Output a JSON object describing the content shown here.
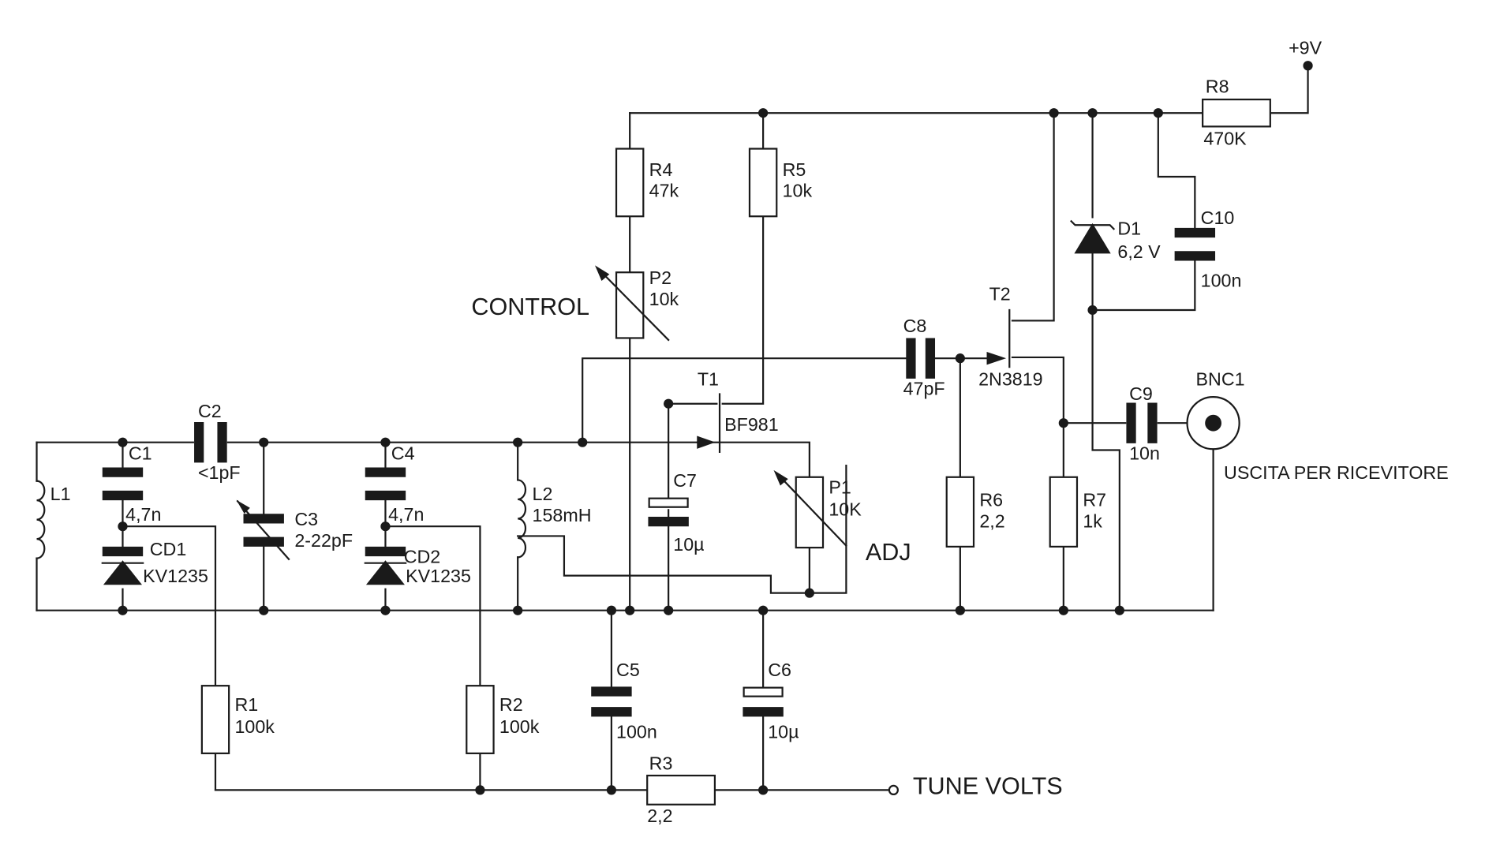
{
  "components": {
    "L1": {
      "ref": "L1"
    },
    "L2": {
      "ref": "L2",
      "value": "158mH"
    },
    "C1": {
      "ref": "C1",
      "value": "4,7n"
    },
    "C2": {
      "ref": "C2",
      "value": "<1pF"
    },
    "C3": {
      "ref": "C3",
      "value": "2-22pF"
    },
    "C4": {
      "ref": "C4",
      "value": "4,7n"
    },
    "C5": {
      "ref": "C5",
      "value": "100n"
    },
    "C6": {
      "ref": "C6",
      "value": "10µ"
    },
    "C7": {
      "ref": "C7",
      "value": "10µ"
    },
    "C8": {
      "ref": "C8",
      "value": "47pF"
    },
    "C9": {
      "ref": "C9",
      "value": "10n"
    },
    "C10": {
      "ref": "C10",
      "value": "100n"
    },
    "CD1": {
      "ref": "CD1",
      "value": "KV1235"
    },
    "CD2": {
      "ref": "CD2",
      "value": "KV1235"
    },
    "R1": {
      "ref": "R1",
      "value": "100k"
    },
    "R2": {
      "ref": "R2",
      "value": "100k"
    },
    "R3": {
      "ref": "R3",
      "value": "2,2"
    },
    "R4": {
      "ref": "R4",
      "value": "47k"
    },
    "R5": {
      "ref": "R5",
      "value": "10k"
    },
    "R6": {
      "ref": "R6",
      "value": "2,2"
    },
    "R7": {
      "ref": "R7",
      "value": "1k"
    },
    "R8": {
      "ref": "R8",
      "value": "470K"
    },
    "P1": {
      "ref": "P1",
      "value": "10K"
    },
    "P2": {
      "ref": "P2",
      "value": "10k"
    },
    "T1": {
      "ref": "T1",
      "value": "BF981"
    },
    "T2": {
      "ref": "T2",
      "value": "2N3819"
    },
    "D1": {
      "ref": "D1",
      "value": "6,2 V"
    },
    "BNC1": {
      "ref": "BNC1"
    }
  },
  "labels": {
    "supply": "+9V",
    "control": "CONTROL",
    "adj": "ADJ",
    "tune": "TUNE VOLTS",
    "output": "USCITA PER RICEVITORE"
  },
  "colors": {
    "ink": "#1a1a1a",
    "background": "#ffffff"
  }
}
